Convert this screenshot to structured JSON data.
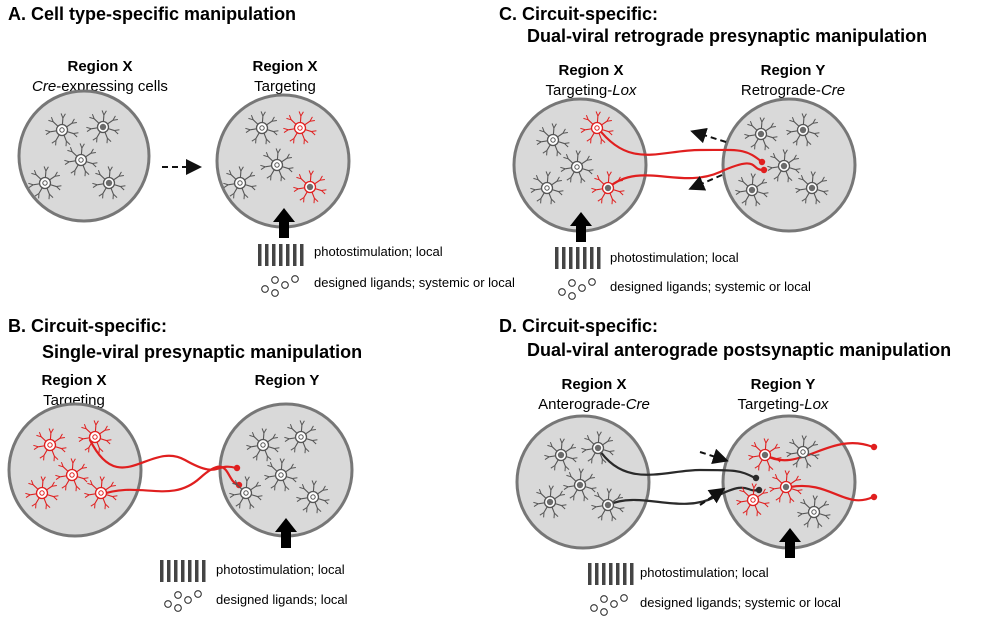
{
  "colors": {
    "red": "#e01f1f",
    "black": "#1a1a1a",
    "gray_circle": "#777777",
    "gray_fill": "#d9d9d9",
    "neuron_gray": "#555555"
  },
  "panelA": {
    "title": "A. Cell type-specific manipulation",
    "left_region": "Region X",
    "left_sub_em": "Cre",
    "left_sub_rest": "-expressing cells",
    "right_region": "Region X",
    "right_sub": "Targeting",
    "legend_photo": "photostimulation; local",
    "legend_ligand": "designed ligands; systemic or local"
  },
  "panelB": {
    "title_line1": "B. Circuit-specific:",
    "title_line2": "Single-viral presynaptic manipulation",
    "left_region": "Region X",
    "left_sub": "Targeting",
    "right_region": "Region Y",
    "legend_photo": "photostimulation; local",
    "legend_ligand": "designed ligands; local"
  },
  "panelC": {
    "title_line1": "C. Circuit-specific:",
    "title_line2": "Dual-viral retrograde presynaptic manipulation",
    "left_region": "Region X",
    "left_sub_text": "Targeting-",
    "left_sub_em": "Lox",
    "right_region": "Region Y",
    "right_sub_text": "Retrograde-",
    "right_sub_em": "Cre",
    "legend_photo": "photostimulation; local",
    "legend_ligand": "designed ligands; systemic or local"
  },
  "panelD": {
    "title_line1": "D. Circuit-specific:",
    "title_line2": "Dual-viral anterograde postsynaptic manipulation",
    "left_region": "Region X",
    "left_sub_text": "Anterograde-",
    "left_sub_em": "Cre",
    "right_region": "Region Y",
    "right_sub_text": "Targeting-",
    "right_sub_em": "Lox",
    "legend_photo": "photostimulation; local",
    "legend_ligand": "designed ligands; systemic or local"
  }
}
